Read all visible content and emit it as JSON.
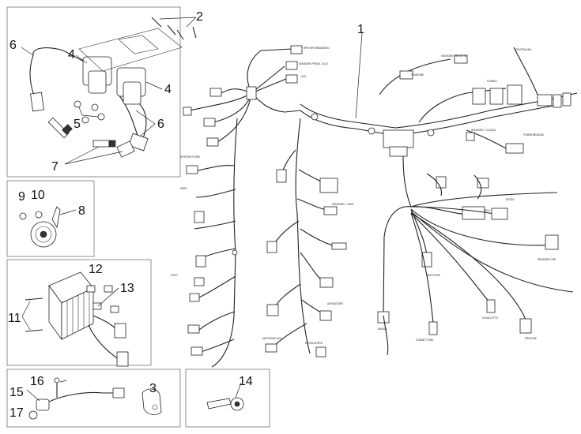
{
  "callouts": [
    "1",
    "2",
    "3",
    "4",
    "4",
    "5",
    "6",
    "6",
    "7",
    "8",
    "9",
    "10",
    "11",
    "11",
    "12",
    "13",
    "14",
    "15",
    "16",
    "17"
  ],
  "tag_labels": [
    "RPM RIFORNIMENTO",
    "SENSORE PRESS. OLIO",
    "LUCI",
    "SENSORE VELOCITA",
    "TENSIONE",
    "FUSIBILI",
    "CENTRALINA",
    "SENSORE T. ACQUA",
    "RELE",
    "DIODO",
    "POMPA BENZINA",
    "INIETTORE",
    "SENSORE GIRI",
    "REGOLATORE",
    "AVVISATORE",
    "MOTORINO AVV.",
    "FARO",
    "STOP",
    "INTERRUTTORE",
    "SENSORE T. ARIA",
    "CONNETTORE",
    "MASSA",
    "CAVALLETTO",
    "FRIZIONE"
  ],
  "colors": {
    "line": "#222222",
    "panel": "#777777",
    "background": "#ffffff"
  }
}
